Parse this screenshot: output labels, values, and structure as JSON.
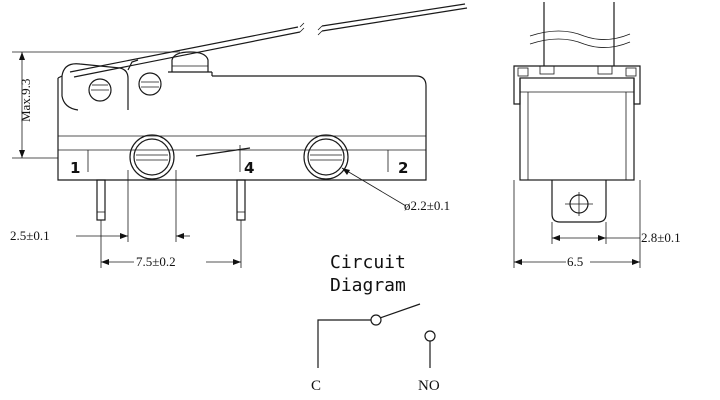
{
  "dimensions": {
    "max_height": "Max.9.3",
    "pin_width": "2.5±0.1",
    "pin_pitch": "7.5±0.2",
    "hole_diameter": "ø2.2±0.1",
    "terminal_width": "2.8±0.1",
    "body_width": "6.5"
  },
  "terminals": {
    "t1": "1",
    "t4": "4",
    "t2": "2"
  },
  "circuit": {
    "title_line1": "Circuit",
    "title_line2": "Diagram",
    "common_label": "C",
    "no_label": "NO"
  }
}
